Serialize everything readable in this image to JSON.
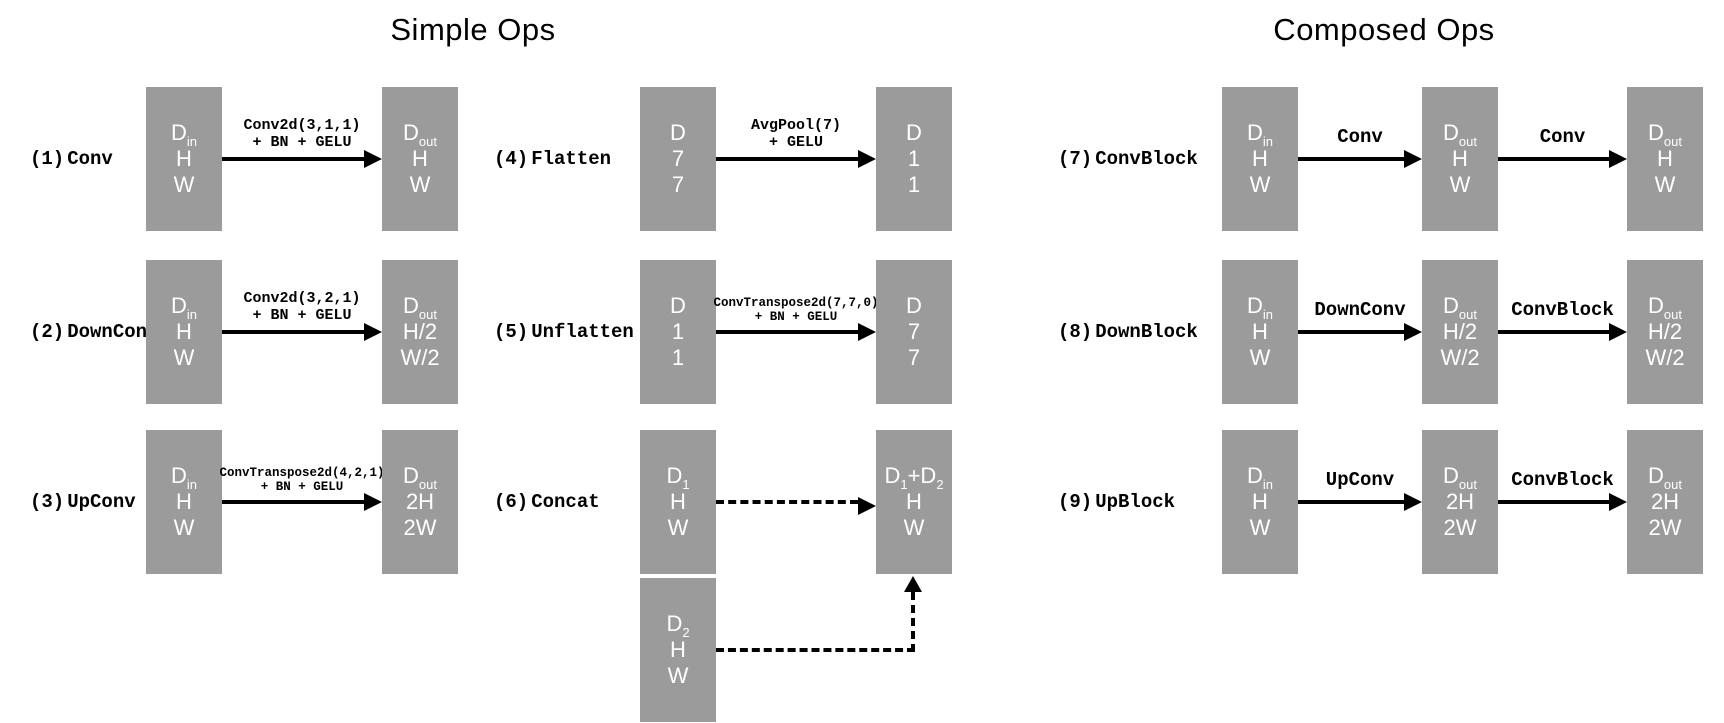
{
  "titles": {
    "simple_ops": "Simple Ops",
    "composed_ops": "Composed Ops"
  },
  "colors": {
    "box_fill": "#9b9b9b",
    "box_text": "#ffffff",
    "line": "#000000"
  },
  "ops": [
    {
      "number": "(1)",
      "name": "Conv",
      "arrow_labels": [
        [
          "Conv2d(3,1,1)",
          "+ BN + GELU"
        ]
      ],
      "boxes": [
        {
          "lines": [
            [
              {
                "t": "D",
                "s": "in"
              }
            ],
            [
              {
                "t": "H"
              }
            ],
            [
              {
                "t": "W"
              }
            ]
          ]
        },
        {
          "lines": [
            [
              {
                "t": "D",
                "s": "out"
              }
            ],
            [
              {
                "t": "H"
              }
            ],
            [
              {
                "t": "W"
              }
            ]
          ]
        }
      ]
    },
    {
      "number": "(2)",
      "name": "DownConv",
      "arrow_labels": [
        [
          "Conv2d(3,2,1)",
          "+ BN + GELU"
        ]
      ],
      "boxes": [
        {
          "lines": [
            [
              {
                "t": "D",
                "s": "in"
              }
            ],
            [
              {
                "t": "H"
              }
            ],
            [
              {
                "t": "W"
              }
            ]
          ]
        },
        {
          "lines": [
            [
              {
                "t": "D",
                "s": "out"
              }
            ],
            [
              {
                "t": "H/2"
              }
            ],
            [
              {
                "t": "W/2"
              }
            ]
          ]
        }
      ]
    },
    {
      "number": "(3)",
      "name": "UpConv",
      "arrow_labels": [
        [
          "ConvTranspose2d(4,2,1)",
          "+ BN + GELU"
        ]
      ],
      "boxes": [
        {
          "lines": [
            [
              {
                "t": "D",
                "s": "in"
              }
            ],
            [
              {
                "t": "H"
              }
            ],
            [
              {
                "t": "W"
              }
            ]
          ]
        },
        {
          "lines": [
            [
              {
                "t": "D",
                "s": "out"
              }
            ],
            [
              {
                "t": "2H"
              }
            ],
            [
              {
                "t": "2W"
              }
            ]
          ]
        }
      ]
    },
    {
      "number": "(4)",
      "name": "Flatten",
      "arrow_labels": [
        [
          "AvgPool(7)",
          "+ GELU"
        ]
      ],
      "boxes": [
        {
          "lines": [
            [
              {
                "t": "D"
              }
            ],
            [
              {
                "t": "7"
              }
            ],
            [
              {
                "t": "7"
              }
            ]
          ]
        },
        {
          "lines": [
            [
              {
                "t": "D"
              }
            ],
            [
              {
                "t": "1"
              }
            ],
            [
              {
                "t": "1"
              }
            ]
          ]
        }
      ]
    },
    {
      "number": "(5)",
      "name": "Unflatten",
      "arrow_labels": [
        [
          "ConvTranspose2d(7,7,0)",
          "+ BN + GELU"
        ]
      ],
      "boxes": [
        {
          "lines": [
            [
              {
                "t": "D"
              }
            ],
            [
              {
                "t": "1"
              }
            ],
            [
              {
                "t": "1"
              }
            ]
          ]
        },
        {
          "lines": [
            [
              {
                "t": "D"
              }
            ],
            [
              {
                "t": "7"
              }
            ],
            [
              {
                "t": "7"
              }
            ]
          ]
        }
      ]
    },
    {
      "number": "(6)",
      "name": "Concat",
      "arrow_labels": [],
      "boxes": [
        {
          "lines": [
            [
              {
                "t": "D",
                "s": "1"
              }
            ],
            [
              {
                "t": "H"
              }
            ],
            [
              {
                "t": "W"
              }
            ]
          ]
        },
        {
          "lines": [
            [
              {
                "t": "D",
                "s": "2"
              }
            ],
            [
              {
                "t": "H"
              }
            ],
            [
              {
                "t": "W"
              }
            ]
          ]
        },
        {
          "lines": [
            [
              {
                "t": "D",
                "s": "1"
              },
              {
                "t": "+D",
                "s": "2"
              }
            ],
            [
              {
                "t": "H"
              }
            ],
            [
              {
                "t": "W"
              }
            ]
          ]
        }
      ]
    },
    {
      "number": "(7)",
      "name": "ConvBlock",
      "arrow_labels": [
        [
          "Conv"
        ],
        [
          "Conv"
        ]
      ],
      "boxes": [
        {
          "lines": [
            [
              {
                "t": "D",
                "s": "in"
              }
            ],
            [
              {
                "t": "H"
              }
            ],
            [
              {
                "t": "W"
              }
            ]
          ]
        },
        {
          "lines": [
            [
              {
                "t": "D",
                "s": "out"
              }
            ],
            [
              {
                "t": "H"
              }
            ],
            [
              {
                "t": "W"
              }
            ]
          ]
        },
        {
          "lines": [
            [
              {
                "t": "D",
                "s": "out"
              }
            ],
            [
              {
                "t": "H"
              }
            ],
            [
              {
                "t": "W"
              }
            ]
          ]
        }
      ]
    },
    {
      "number": "(8)",
      "name": "DownBlock",
      "arrow_labels": [
        [
          "DownConv"
        ],
        [
          "ConvBlock"
        ]
      ],
      "boxes": [
        {
          "lines": [
            [
              {
                "t": "D",
                "s": "in"
              }
            ],
            [
              {
                "t": "H"
              }
            ],
            [
              {
                "t": "W"
              }
            ]
          ]
        },
        {
          "lines": [
            [
              {
                "t": "D",
                "s": "out"
              }
            ],
            [
              {
                "t": "H/2"
              }
            ],
            [
              {
                "t": "W/2"
              }
            ]
          ]
        },
        {
          "lines": [
            [
              {
                "t": "D",
                "s": "out"
              }
            ],
            [
              {
                "t": "H/2"
              }
            ],
            [
              {
                "t": "W/2"
              }
            ]
          ]
        }
      ]
    },
    {
      "number": "(9)",
      "name": "UpBlock",
      "arrow_labels": [
        [
          "UpConv"
        ],
        [
          "ConvBlock"
        ]
      ],
      "boxes": [
        {
          "lines": [
            [
              {
                "t": "D",
                "s": "in"
              }
            ],
            [
              {
                "t": "H"
              }
            ],
            [
              {
                "t": "W"
              }
            ]
          ]
        },
        {
          "lines": [
            [
              {
                "t": "D",
                "s": "out"
              }
            ],
            [
              {
                "t": "2H"
              }
            ],
            [
              {
                "t": "2W"
              }
            ]
          ]
        },
        {
          "lines": [
            [
              {
                "t": "D",
                "s": "out"
              }
            ],
            [
              {
                "t": "2H"
              }
            ],
            [
              {
                "t": "2W"
              }
            ]
          ]
        }
      ]
    }
  ]
}
